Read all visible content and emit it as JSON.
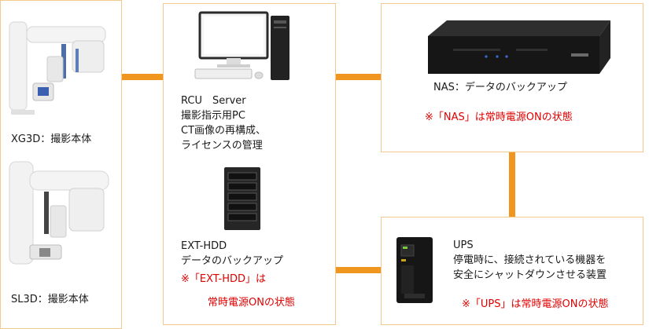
{
  "devices": {
    "xg3d": {
      "label": "XG3D：撮影本体"
    },
    "sl3d": {
      "label": "SL3D：撮影本体"
    },
    "rcu": {
      "title": "RCU　Server",
      "lines": [
        "撮影指示用PC",
        "CT画像の再構成、",
        "ライセンスの管理"
      ]
    },
    "ext_hdd": {
      "title": "EXT-HDD",
      "desc": "データのバックアップ",
      "note_line1": "※「EXT-HDD」は",
      "note_line2": "常時電源ONの状態"
    },
    "nas": {
      "label": "NAS：データのバックアップ",
      "note": "※「NAS」は常時電源ONの状態"
    },
    "ups": {
      "title": "UPS",
      "desc_line1": "停電時に、接続されている機器を",
      "desc_line2": "安全にシャットダウンさせる装置",
      "note": "※「UPS」は常時電源ONの状態"
    }
  },
  "colors": {
    "connector": "#f0961f",
    "box_border": "#f3c98c",
    "warning": "#e00000"
  }
}
